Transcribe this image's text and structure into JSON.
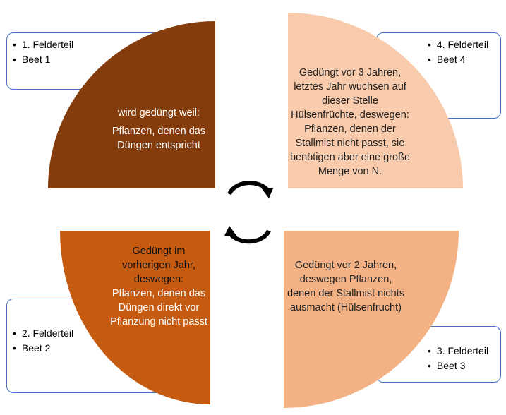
{
  "colors": {
    "q1": "#843C0C",
    "q2": "#C55A11",
    "q3": "#F4B183",
    "q4": "#F8CBAD",
    "box_border": "#4472C4"
  },
  "quadrants": {
    "q1": {
      "lines": [
        "wird gedüngt weil:",
        "Pflanzen, denen das Düngen entspricht"
      ]
    },
    "q2": {
      "dark_text": "Gedüngt im vorherigen Jahr, deswegen:",
      "light_text": "Pflanzen, denen das Düngen direkt vor Pflanzung nicht passt"
    },
    "q3": {
      "text": "Gedüngt vor 2 Jahren, deswegen Pflanzen, denen der Stallmist nichts ausmacht (Hülsenfrucht)"
    },
    "q4": {
      "text": "Gedüngt vor 3 Jahren, letztes Jahr wuchsen auf dieser Stelle Hülsenfrüchte, deswegen: Pflanzen, denen der Stallmist nicht passt, sie benötigen aber eine große Menge von N."
    }
  },
  "labels": {
    "q1": [
      "1. Felderteil",
      "Beet 1"
    ],
    "q2": [
      "2. Felderteil",
      "Beet 2"
    ],
    "q3": [
      "3. Felderteil",
      "Beet 3"
    ],
    "q4": [
      "4. Felderteil",
      "Beet 4"
    ]
  },
  "icons": [
    "cycle-arrow-top",
    "cycle-arrow-bottom"
  ]
}
